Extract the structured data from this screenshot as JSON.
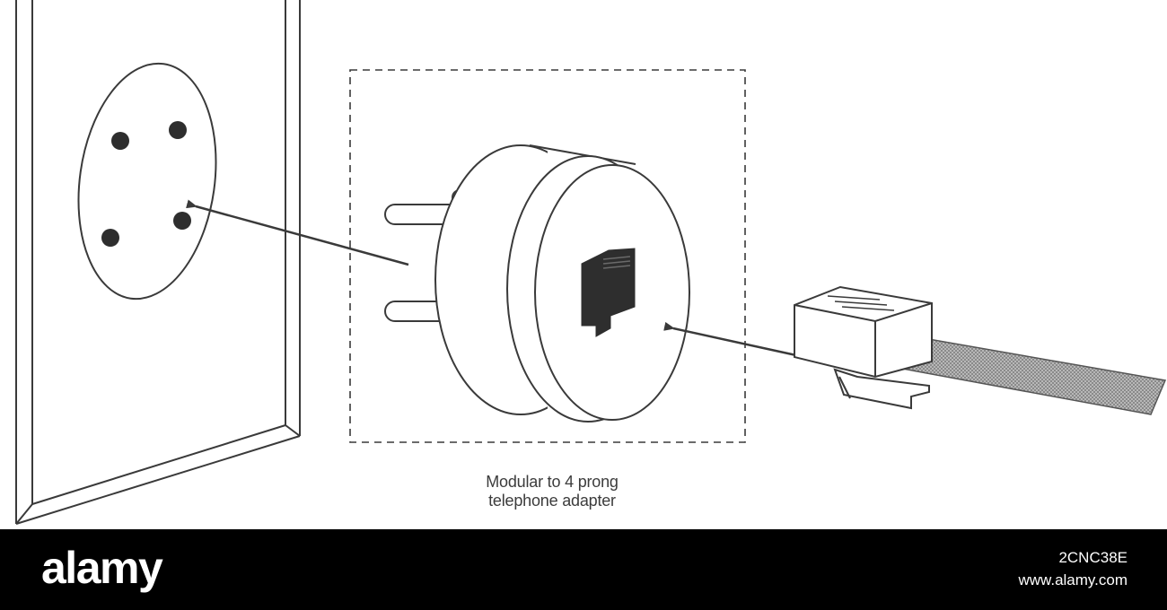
{
  "diagram": {
    "caption_line1": "Modular to 4 prong",
    "caption_line2": "telephone adapter"
  },
  "footer": {
    "brand": "alamy",
    "image_id": "2CNC38E",
    "url": "www.alamy.com"
  },
  "colors": {
    "line": "#3a3a3a",
    "fill": "#ffffff",
    "jack": "#2e2e2e",
    "footer_bg": "#000000"
  }
}
